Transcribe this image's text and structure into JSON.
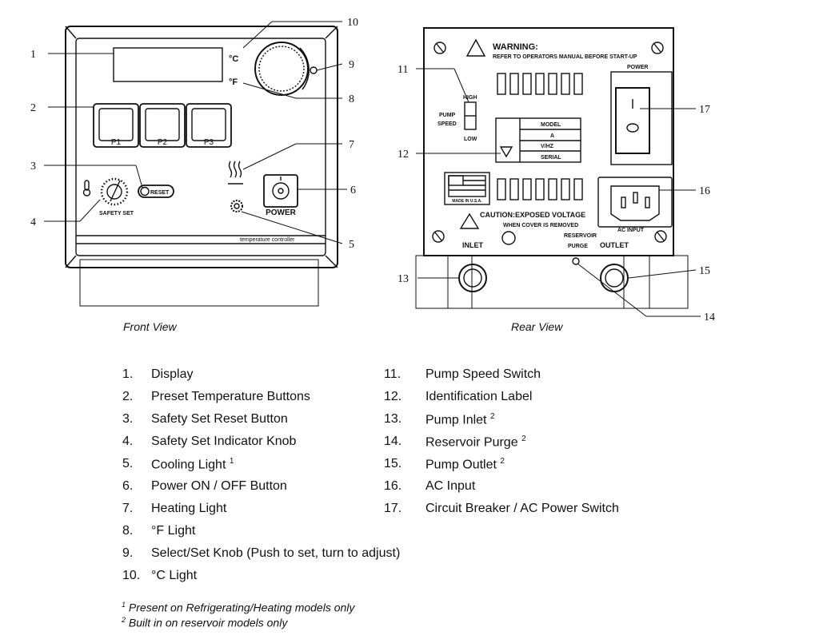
{
  "callouts": [
    "1",
    "2",
    "3",
    "4",
    "5",
    "6",
    "7",
    "8",
    "9",
    "10",
    "11",
    "12",
    "13",
    "14",
    "15",
    "16",
    "17"
  ],
  "front_panel": {
    "unit_c": "°C",
    "unit_f": "°F",
    "presets": [
      "P1",
      "P2",
      "P3"
    ],
    "reset_label": "RESET",
    "safety_set_label": "SAFETY SET",
    "power_label": "POWER",
    "controller_label": "temperature controller"
  },
  "rear_panel": {
    "warning_title": "WARNING:",
    "warning_text": "REFER TO OPERATORS MANUAL BEFORE START-UP",
    "power_label": "POWER",
    "pump_speed_high": "HIGH",
    "pump_speed_pump": "PUMP",
    "pump_speed_speed": "SPEED",
    "pump_speed_low": "LOW",
    "id_fields": [
      "MODEL",
      "A",
      "V/HZ",
      "SERIAL"
    ],
    "made_in": "MADE IN U.S.A.",
    "caution_line1": "CAUTION:EXPOSED VOLTAGE",
    "caution_line2": "WHEN COVER IS REMOVED",
    "inlet_label": "INLET",
    "reservoir_label": "RESERVOIR",
    "purge_label": "PURGE",
    "outlet_label": "OUTLET",
    "ac_input_label": "AC INPUT"
  },
  "captions": {
    "front": "Front View",
    "rear": "Rear View"
  },
  "legend_left": [
    {
      "num": "1.",
      "text": "Display"
    },
    {
      "num": "2.",
      "text": "Preset Temperature Buttons"
    },
    {
      "num": "3.",
      "text": "Safety Set Reset Button"
    },
    {
      "num": "4.",
      "text": "Safety Set Indicator Knob"
    },
    {
      "num": "5.",
      "text": "Cooling Light",
      "sup": "1"
    },
    {
      "num": "6.",
      "text": "Power ON / OFF Button"
    },
    {
      "num": "7.",
      "text": "Heating Light"
    },
    {
      "num": "8.",
      "text": "°F Light"
    },
    {
      "num": "9.",
      "text": "Select/Set Knob (Push to set, turn to adjust)"
    },
    {
      "num": "10.",
      "text": "°C Light"
    }
  ],
  "legend_right": [
    {
      "num": "11.",
      "text": "Pump Speed Switch"
    },
    {
      "num": "12.",
      "text": "Identification Label"
    },
    {
      "num": "13.",
      "text": "Pump Inlet",
      "sup": "2"
    },
    {
      "num": "14.",
      "text": "Reservoir Purge",
      "sup": "2"
    },
    {
      "num": "15.",
      "text": "Pump Outlet",
      "sup": "2"
    },
    {
      "num": "16.",
      "text": "AC Input"
    },
    {
      "num": "17.",
      "text": "Circuit Breaker / AC Power Switch"
    }
  ],
  "footnotes": [
    {
      "sup": "1",
      "text": "Present on Refrigerating/Heating models only"
    },
    {
      "sup": "2",
      "text": "Built in on reservoir models only"
    }
  ]
}
